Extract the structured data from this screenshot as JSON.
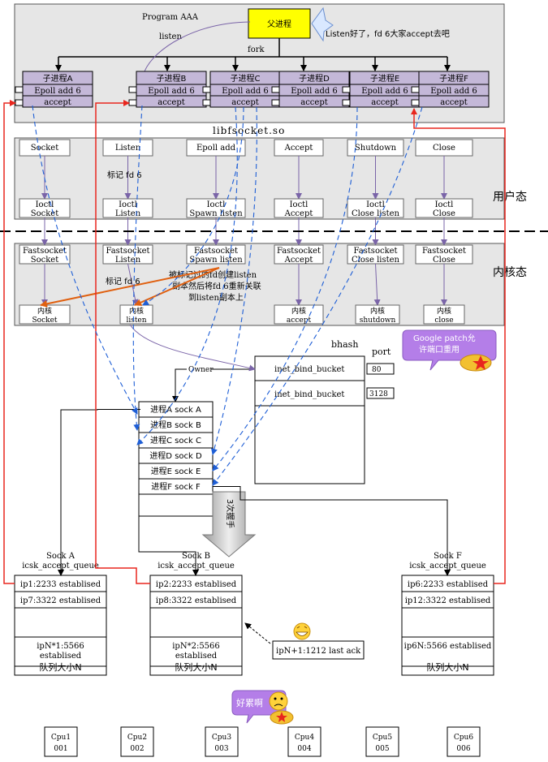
{
  "program_title": "Program AAA",
  "parent": {
    "label": "父进程",
    "callout": "Listen好了，fd 6大家accept去吧"
  },
  "listen_label": "listen",
  "fork_label": "fork",
  "children": [
    {
      "name": "子进程A",
      "line1": "Epoll add 6",
      "line2": "accept"
    },
    {
      "name": "子进程B",
      "line1": "Epoll add 6",
      "line2": "accept"
    },
    {
      "name": "子进程C",
      "line1": "Epoll add 6",
      "line2": "accept"
    },
    {
      "name": "子进程D",
      "line1": "Epoll add 6",
      "line2": "accept"
    },
    {
      "name": "子进程E",
      "line1": "Epoll add 6",
      "line2": "accept"
    },
    {
      "name": "子进程F",
      "line1": "Epoll add 6",
      "line2": "accept"
    }
  ],
  "lib_title": "libfsocket.so",
  "user_space": {
    "label": "用户态",
    "calls": [
      "Socket",
      "Listen",
      "Epoll add",
      "Accept",
      "Shutdown",
      "Close"
    ],
    "ioctls": [
      [
        "Ioctl",
        "Socket"
      ],
      [
        "Ioctl",
        "Listen"
      ],
      [
        "Ioctl",
        "Spawn listen"
      ],
      [
        "Ioctl",
        "Accept"
      ],
      [
        "Ioctl",
        "Close listen"
      ],
      [
        "Ioctl",
        "Close"
      ]
    ],
    "mark": "标记 fd 6"
  },
  "kernel_space": {
    "label": "内核态",
    "fast": [
      [
        "Fastsocket",
        "Socket"
      ],
      [
        "Fastsocket",
        "Listen"
      ],
      [
        "Fastsocket",
        "Spawn listen"
      ],
      [
        "Fastsocket",
        "Accept"
      ],
      [
        "Fastsocket",
        "Close listen"
      ],
      [
        "Fastsocket",
        "Close"
      ]
    ],
    "kernel": [
      [
        "内核",
        "Socket"
      ],
      [
        "内核",
        "listen"
      ],
      [
        "内核",
        "accept"
      ],
      [
        "内核",
        "shutdown"
      ],
      [
        "内核",
        "close"
      ]
    ],
    "mark": "标记 fd 6",
    "note": [
      "被标记过的fd创建listen",
      "副本然后将fd 6重新关联",
      "到listen副本上"
    ]
  },
  "bhash": {
    "title": "bhash",
    "port_label": "port",
    "owner_label": "Owner",
    "buckets": [
      "inet_bind_bucket",
      "inet_bind_bucket"
    ],
    "ports": [
      "80",
      "3128"
    ]
  },
  "google_note": [
    "Google patch允",
    "许端口重用"
  ],
  "socks": [
    "进程A sock A",
    "进程B sock B",
    "进程C sock C",
    "进程D sock D",
    "进程E sock E",
    "进程F sock F"
  ],
  "handshake": "3次握手",
  "queues": [
    {
      "title1": "Sock A",
      "title2": "icsk_accept_queue",
      "rows": [
        "ip1:2233 establised",
        "ip7:3322 establised",
        "",
        "ipN*1:5566 establised"
      ],
      "size": "队列大小N"
    },
    {
      "title1": "Sock B",
      "title2": "icsk_accept_queue",
      "rows": [
        "ip2:2233 establised",
        "ip8:3322 establised",
        "",
        "ipN*2:5566 establised"
      ],
      "size": "队列大小N"
    },
    {
      "title1": "Sock F",
      "title2": "icsk_accept_queue",
      "rows": [
        "ip6:2233 establised",
        "ip12:3322 establised",
        "",
        "ip6N:5566 establised"
      ],
      "size": "队列大小N"
    }
  ],
  "last_ack": "ipN+1:1212 last ack",
  "tired_note": "好累啊",
  "cpus": [
    [
      "Cpu1",
      "001"
    ],
    [
      "Cpu2",
      "002"
    ],
    [
      "Cpu3",
      "003"
    ],
    [
      "Cpu4",
      "004"
    ],
    [
      "Cpu5",
      "005"
    ],
    [
      "Cpu6",
      "006"
    ]
  ],
  "colors": {
    "panel": "#e6e6e6",
    "child_fill": "#c4b8d8",
    "parent_fill": "#ffff00",
    "red_line": "#e8261e",
    "blue_dash": "#1f5fd6",
    "purple_line": "#7a64a8",
    "orange_line": "#e06010",
    "bubble": "#b47ee8"
  }
}
